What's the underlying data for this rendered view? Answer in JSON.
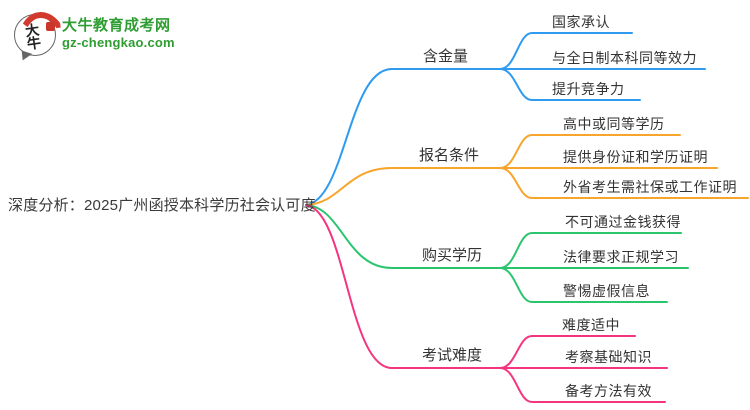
{
  "logo": {
    "bubble_text": "大牛",
    "title": "大牛教育成考网",
    "url": "gz-chengkao.com",
    "colors": {
      "green": "#2f9d32",
      "red": "#d23a2e"
    }
  },
  "central_topic": "深度分析：2025广州函授本科学历社会认可度",
  "branches": [
    {
      "label": "含金量",
      "color": "#2E9BF0",
      "children": [
        "国家承认",
        "与全日制本科同等效力",
        "提升竞争力"
      ]
    },
    {
      "label": "报名条件",
      "color": "#F7A52C",
      "children": [
        "高中或同等学历",
        "提供身份证和学历证明",
        "外省考生需社保或工作证明"
      ]
    },
    {
      "label": "购买学历",
      "color": "#2BC56E",
      "children": [
        "不可通过金钱获得",
        "法律要求正规学习",
        "警惕虚假信息"
      ]
    },
    {
      "label": "考试难度",
      "color": "#F5347F",
      "children": [
        "难度适中",
        "考察基础知识",
        "备考方法有效"
      ]
    }
  ]
}
